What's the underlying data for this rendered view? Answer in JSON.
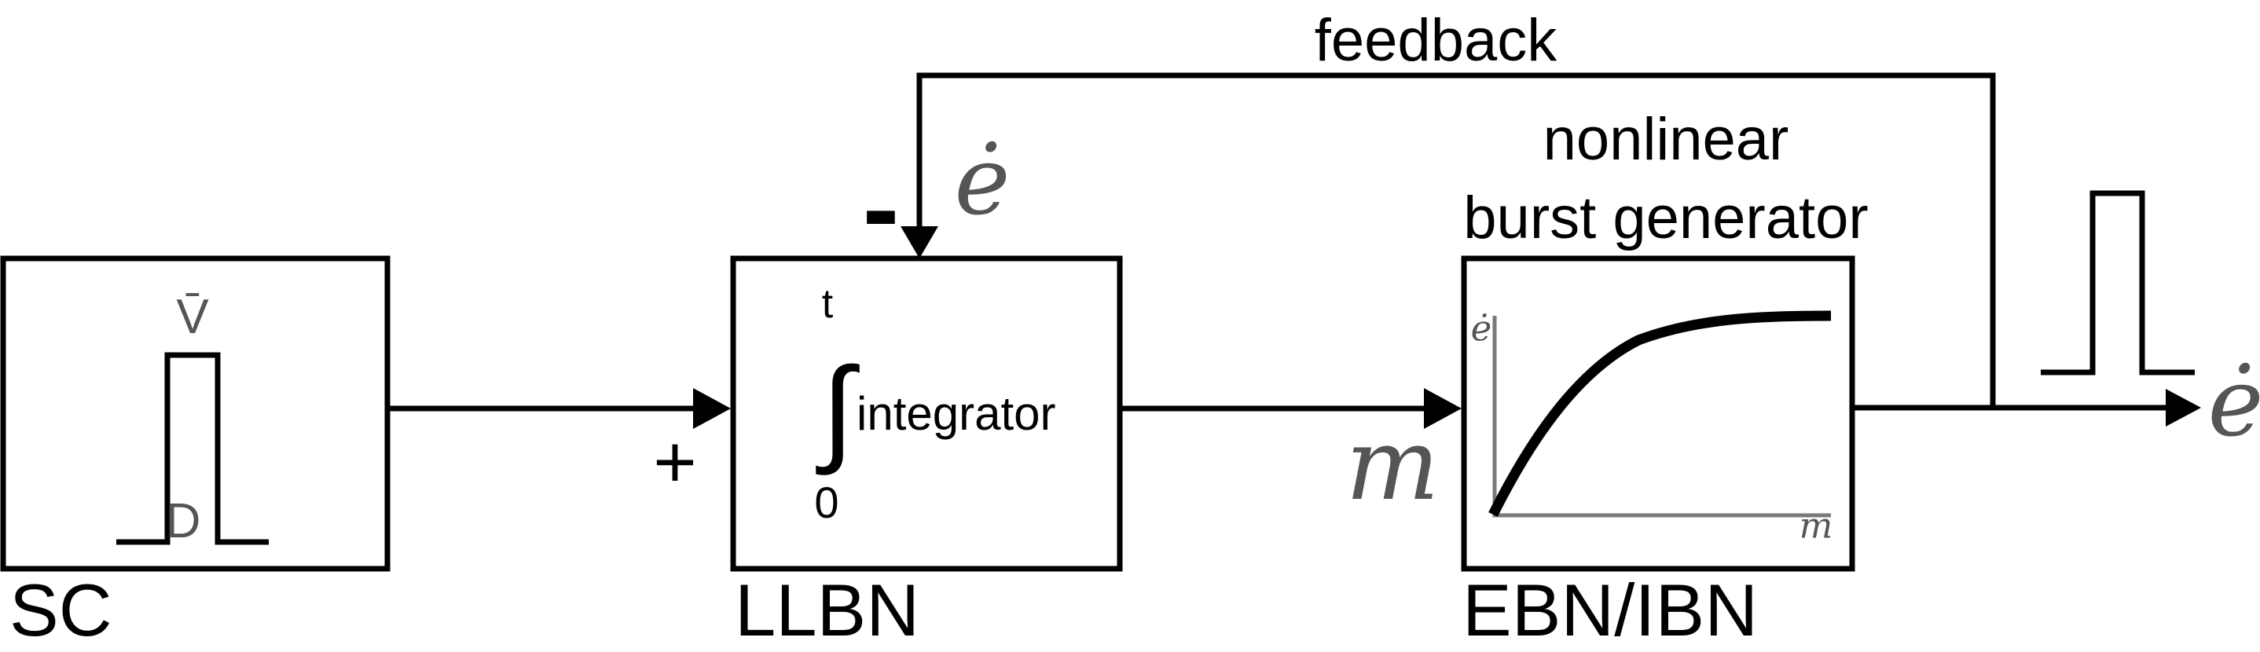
{
  "colors": {
    "line": "#000000",
    "gray_text": "#555555",
    "axis": "#7a7a7a"
  },
  "feedback_loop": {
    "label": "feedback",
    "minus_sign": "-",
    "signal": "ė"
  },
  "input_sum": {
    "plus_sign": "+"
  },
  "blocks": {
    "sc": {
      "label": "SC",
      "pulse_peak_label": "V̄",
      "pulse_width_label": "D"
    },
    "llbn": {
      "label": "LLBN",
      "integral_upper_limit": "t",
      "integral_symbol": "∫",
      "integral_lower_limit": "0",
      "integrator_text": "integrator"
    },
    "ebn_ibn": {
      "label": "EBN/IBN",
      "title_line1": "nonlinear",
      "title_line2": "burst generator",
      "plot": {
        "y_axis_label": "ė",
        "x_axis_label": "m",
        "curve": "saturating"
      }
    }
  },
  "signals": {
    "motor_command": "m",
    "output": "ė"
  }
}
